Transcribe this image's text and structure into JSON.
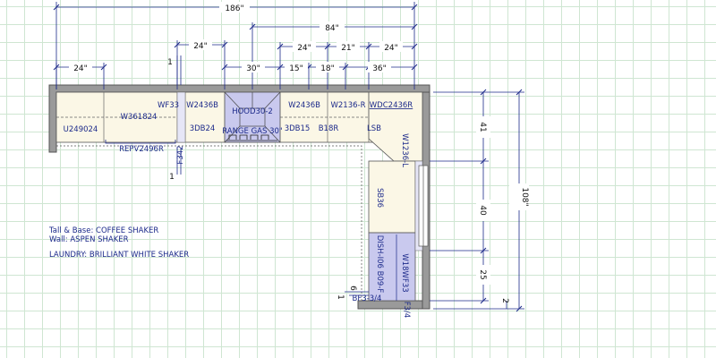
{
  "dimensions": {
    "top_overall": "186\"",
    "top_84": "84\"",
    "top_24_a": "24\"",
    "top_24_b": "24\"",
    "top_21": "21\"",
    "top_24_c": "24\"",
    "top_24_left": "24\"",
    "top_30": "30\"",
    "top_15": "15\"",
    "top_18": "18\"",
    "top_36": "36\"",
    "small_1_top": "1",
    "small_1_bottom": "1",
    "right_overall": "108\"",
    "right_41": "41",
    "right_40": "40",
    "right_25": "25",
    "right_2": "2",
    "bottom_6": "6",
    "bottom_1": "1"
  },
  "cabinets": {
    "u249024": "U249024",
    "w361824": "W361824",
    "wf33": "WF33",
    "w2436b_left": "W2436B",
    "hood": "HOOD30-2",
    "w2436b_right": "W2436B",
    "w2136r": "W2136-R",
    "wdc2436r": "WDC2436R",
    "db24": "3DB24",
    "range": "RANGE GAS 30\"",
    "db15": "3DB15",
    "b18r": "B18R",
    "lsb": "LSB",
    "w1236l": "W1236-L",
    "f342": "F342",
    "repv": "REPV2496R",
    "sb36": "SB36",
    "dish": "DISH-I06 B09-F",
    "w18wf33": "W18WF33",
    "bf3": "BF3-3/4",
    "f34": "F3/4"
  },
  "notes": {
    "line1": "Tall & Base: COFFEE SHAKER",
    "line2": "Wall: ASPEN SHAKER",
    "line3": "LAUNDRY: BRILLIANT WHITE SHAKER"
  },
  "colors": {
    "wall": "#9a9a9a",
    "cabinet_fill": "#fbf7e6",
    "appliance_fill": "#c9c9ee",
    "label": "#1c2a8a"
  }
}
